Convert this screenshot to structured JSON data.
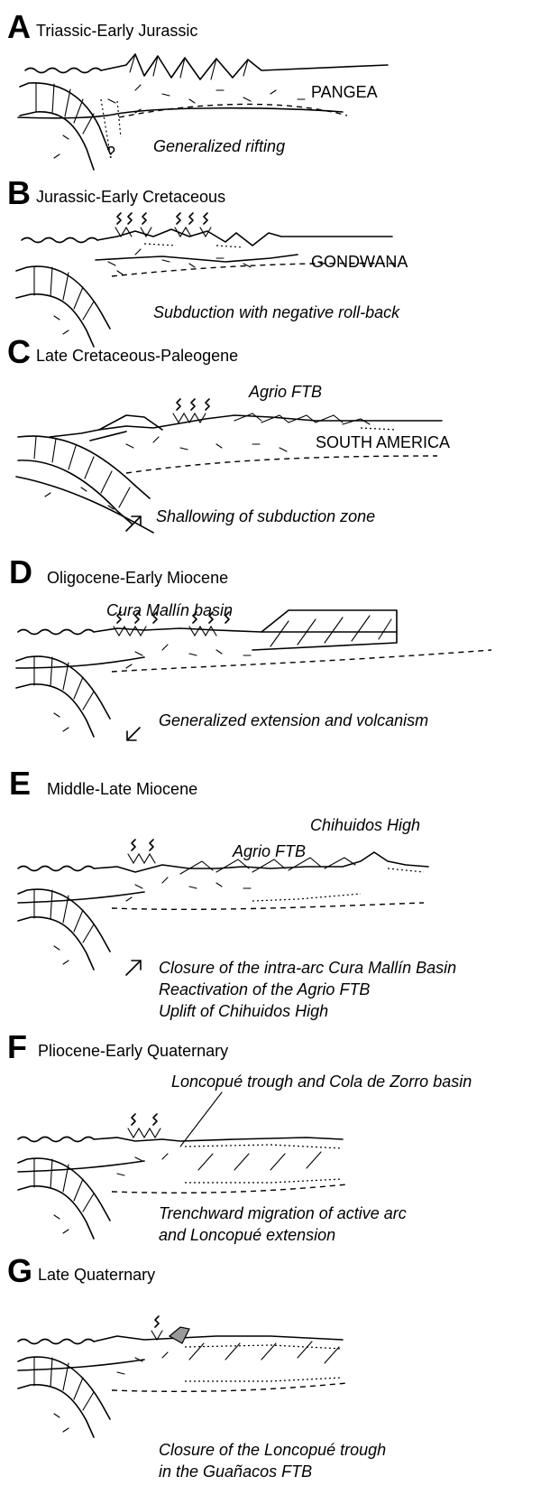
{
  "panels": [
    {
      "letter": "A",
      "title": "Triassic-Early Jurassic",
      "labels": [
        "PANGEA",
        "?"
      ],
      "captions": [
        "Generalized rifting"
      ]
    },
    {
      "letter": "B",
      "title": "Jurassic-Early Cretaceous",
      "labels": [
        "GONDWANA"
      ],
      "captions": [
        "Subduction with negative roll-back"
      ]
    },
    {
      "letter": "C",
      "title": "Late Cretaceous-Paleogene",
      "labels": [
        "Agrio FTB",
        "SOUTH AMERICA"
      ],
      "captions": [
        "Shallowing of subduction zone"
      ]
    },
    {
      "letter": "D",
      "title": "Oligocene-Early Miocene",
      "labels": [
        "Cura Mallín basin"
      ],
      "captions": [
        "Generalized extension and volcanism"
      ]
    },
    {
      "letter": "E",
      "title": "Middle-Late Miocene",
      "labels": [
        "Chihuidos High",
        "Agrio FTB"
      ],
      "captions": [
        "Closure of the intra-arc Cura Mallín Basin",
        "Reactivation of the Agrio FTB",
        "Uplift of Chihuidos High"
      ]
    },
    {
      "letter": "F",
      "title": "Pliocene-Early Quaternary",
      "labels": [
        "Loncopué trough and Cola de Zorro basin"
      ],
      "captions": [
        "Trenchward migration of active arc",
        "and Loncopué extension"
      ]
    },
    {
      "letter": "G",
      "title": "Late Quaternary",
      "labels": [],
      "captions": [
        "Closure of the Loncopué trough",
        "in the Guañacos FTB"
      ]
    }
  ]
}
